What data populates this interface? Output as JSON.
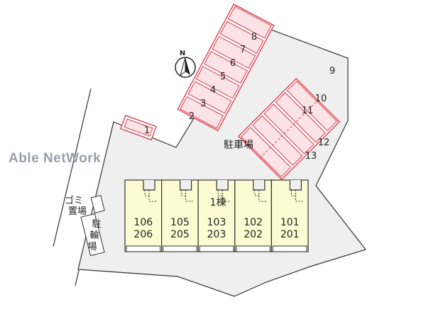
{
  "watermark": {
    "text": "Able NetWork",
    "color": "#9aa0a6"
  },
  "compass": {
    "label": "N",
    "icon": "north-arrow-icon"
  },
  "colors": {
    "ground": "#efefef",
    "outline": "#333333",
    "parking_stroke": "#d63a4a",
    "parking_fill": "#fbe3e6",
    "building_fill": "#fdfbd2"
  },
  "parking": {
    "label": "駐車場",
    "spaces": [
      "1",
      "2",
      "3",
      "4",
      "5",
      "6",
      "7",
      "8",
      "9",
      "10",
      "11",
      "12",
      "13"
    ]
  },
  "facilities": {
    "garbage": "ゴミ\n置場",
    "bicycle": "駐\n輪\n場"
  },
  "building": {
    "label": "1棟",
    "units": [
      {
        "upper": "106",
        "lower": "206"
      },
      {
        "upper": "105",
        "lower": "205"
      },
      {
        "upper": "103",
        "lower": "203"
      },
      {
        "upper": "102",
        "lower": "202"
      },
      {
        "upper": "101",
        "lower": "201"
      }
    ]
  }
}
